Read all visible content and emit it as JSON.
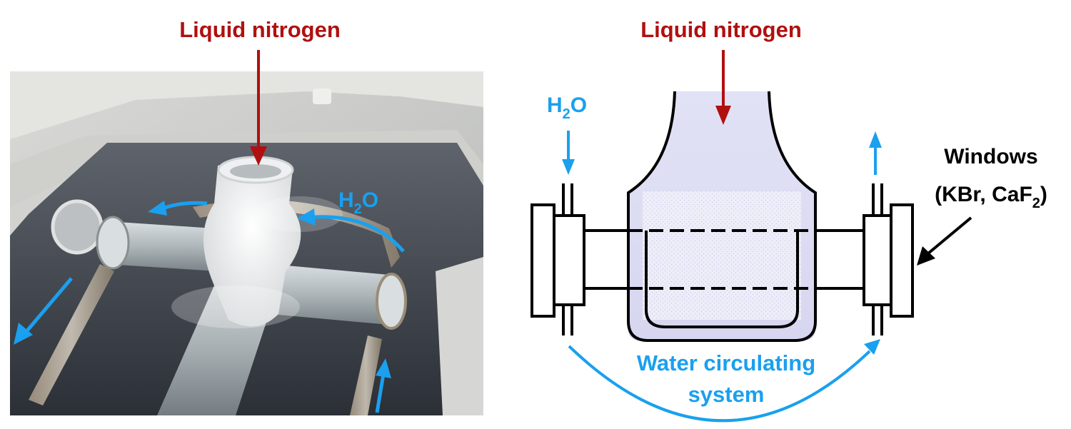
{
  "photo": {
    "label_nitrogen": "Liquid nitrogen",
    "label_water": "H",
    "label_water_sub": "2",
    "label_water_tail": "O"
  },
  "schematic": {
    "label_nitrogen": "Liquid nitrogen",
    "label_water": "H",
    "label_water_sub": "2",
    "label_water_tail": "O",
    "label_windows_line1": "Windows",
    "label_windows_line2_a": "(KBr, CaF",
    "label_windows_line2_sub": "2",
    "label_windows_line2_b": ")",
    "label_circ_line1": "Water circulating",
    "label_circ_line2": "system"
  },
  "colors": {
    "nitrogen": "#b01010",
    "water": "#1aa0ee",
    "outline": "#000000",
    "coolant_fill": "#e4e4f6"
  }
}
